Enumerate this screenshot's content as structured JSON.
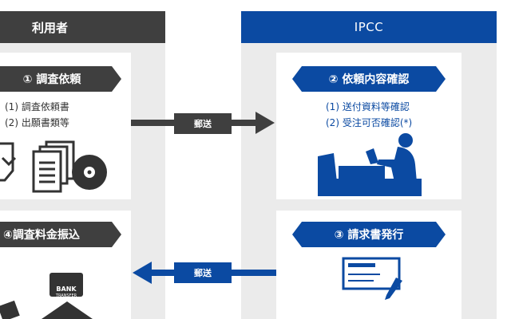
{
  "left": {
    "header": "利用者",
    "step1": {
      "title": "① 調査依頼",
      "items": [
        "(1) 調査依頼書",
        "(2) 出願書類等"
      ]
    },
    "step4": {
      "title": "④調査料金振込"
    },
    "bank_sign": {
      "line1": "BANK",
      "line2": "TRANSFER"
    }
  },
  "right": {
    "header": "IPCC",
    "step2": {
      "title": "② 依頼内容確認",
      "items": [
        "(1) 送付資料等確認",
        "(2) 受注可否確認(*)"
      ]
    },
    "step3": {
      "title": "③ 請求書発行"
    }
  },
  "arrows": {
    "top_label": "郵送",
    "bottom_label": "郵送"
  },
  "colors": {
    "dark": "#3f3f3f",
    "blue": "#0b4aa2",
    "panel": "#ebebeb"
  }
}
